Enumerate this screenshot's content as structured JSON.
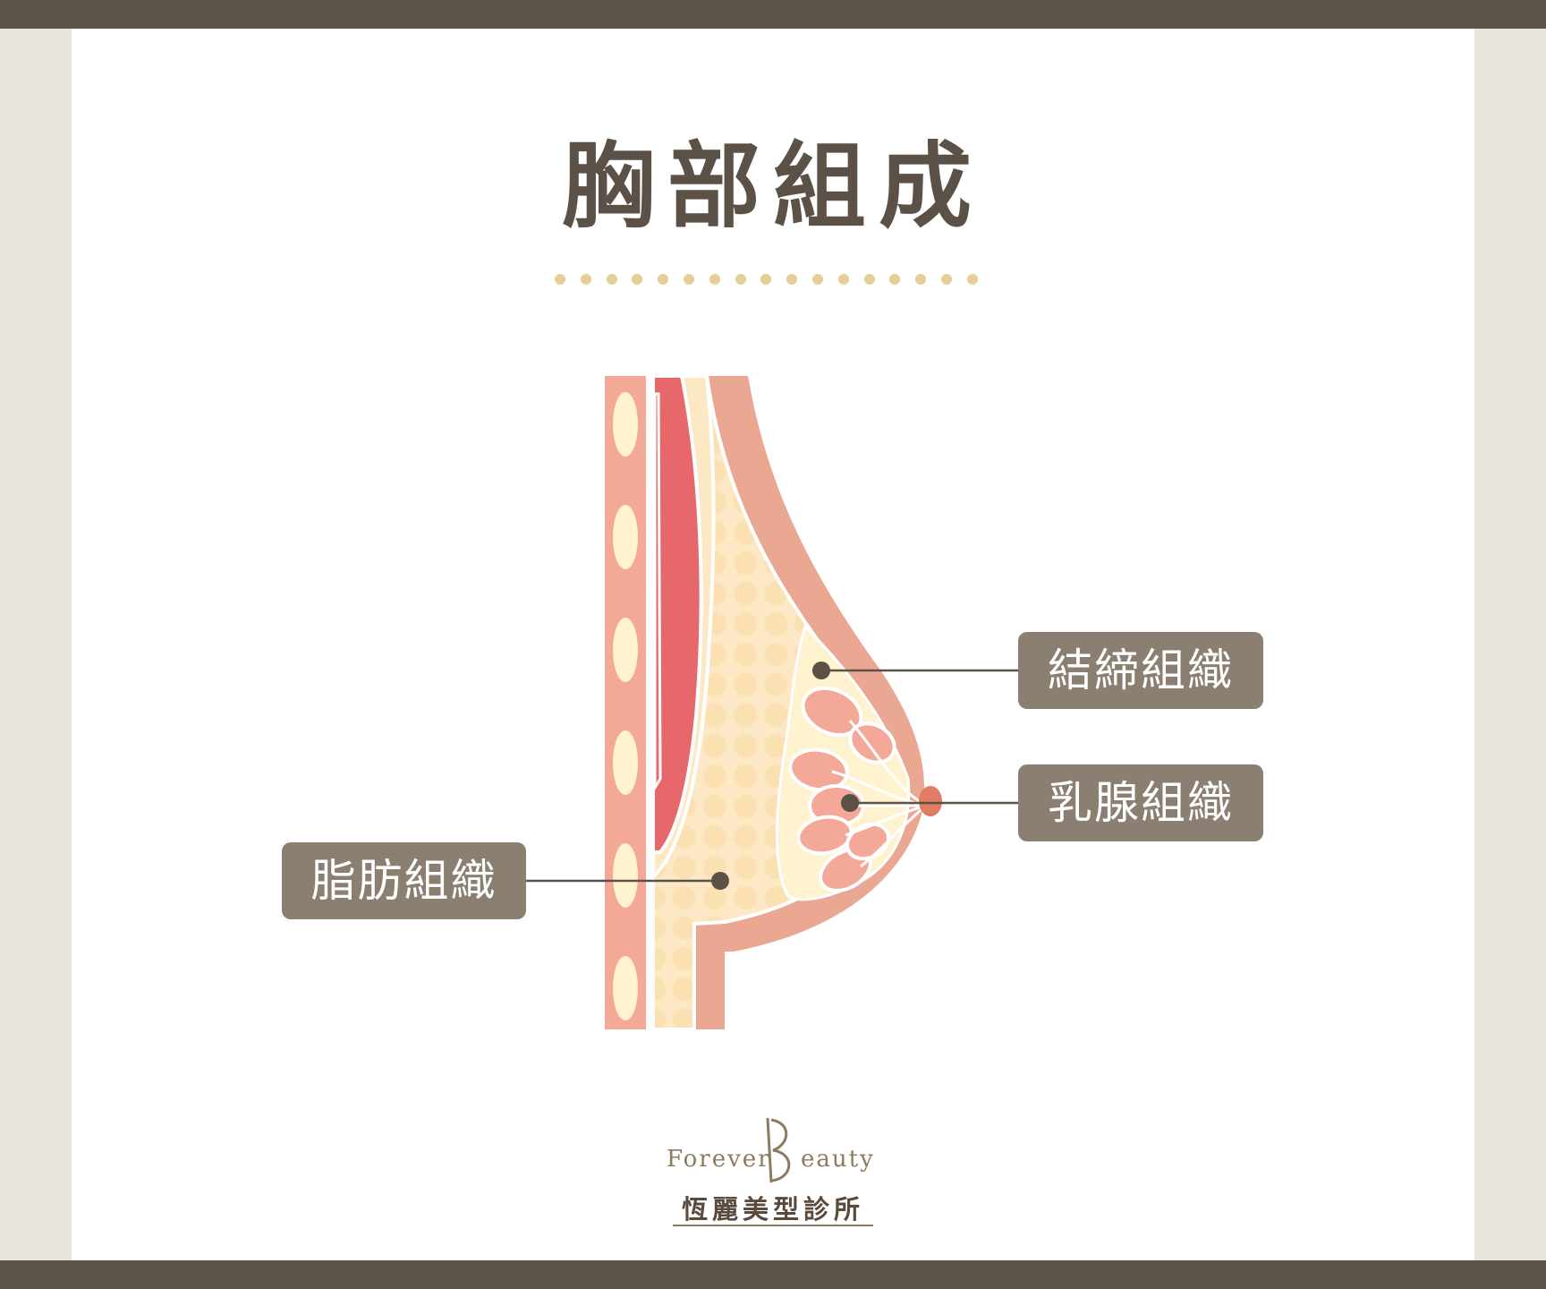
{
  "title": "胸部組成",
  "labels": {
    "fat_tissue": "脂肪組織",
    "connective_tissue": "結締組織",
    "mammary_tissue": "乳腺組織"
  },
  "logo": {
    "brand_left": "Forever",
    "brand_right": "eauty",
    "clinic_name": "恆麗美型診所"
  },
  "colors": {
    "frame": "#5d554b",
    "title": "#5b5146",
    "label_bg": "#8a7f70",
    "dots": "#e3cf97",
    "skin": "#eaa792",
    "fat": "#fde8c6",
    "muscle": "#e6686a",
    "rib": "#f4a898"
  }
}
